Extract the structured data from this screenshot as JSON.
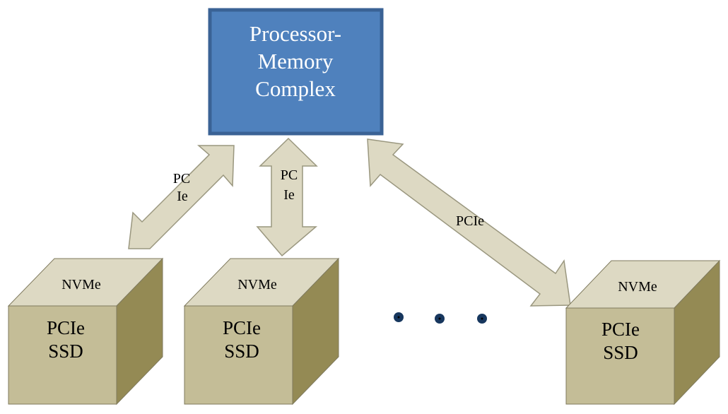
{
  "processor": {
    "line1": "Processor-",
    "line2": "Memory",
    "line3": "Complex"
  },
  "links": {
    "left_line1": "PC",
    "left_line2": "Ie",
    "middle_line1": "PC",
    "middle_line2": "Ie",
    "right": "PCIe"
  },
  "ssds": [
    {
      "top": "NVMe",
      "line1": "PCIe",
      "line2": "SSD"
    },
    {
      "top": "NVMe",
      "line1": "PCIe",
      "line2": "SSD"
    },
    {
      "top": "NVMe",
      "line1": "PCIe",
      "line2": "SSD"
    }
  ],
  "colors": {
    "processor_fill": "#4f81bd",
    "processor_border": "#3a6295",
    "arrow_fill": "#ddd9c3",
    "arrow_stroke": "#9a977f",
    "box_front": "#c4bd97",
    "box_top": "#ddd9c3",
    "box_side": "#948a54",
    "dot": "#17375e"
  }
}
